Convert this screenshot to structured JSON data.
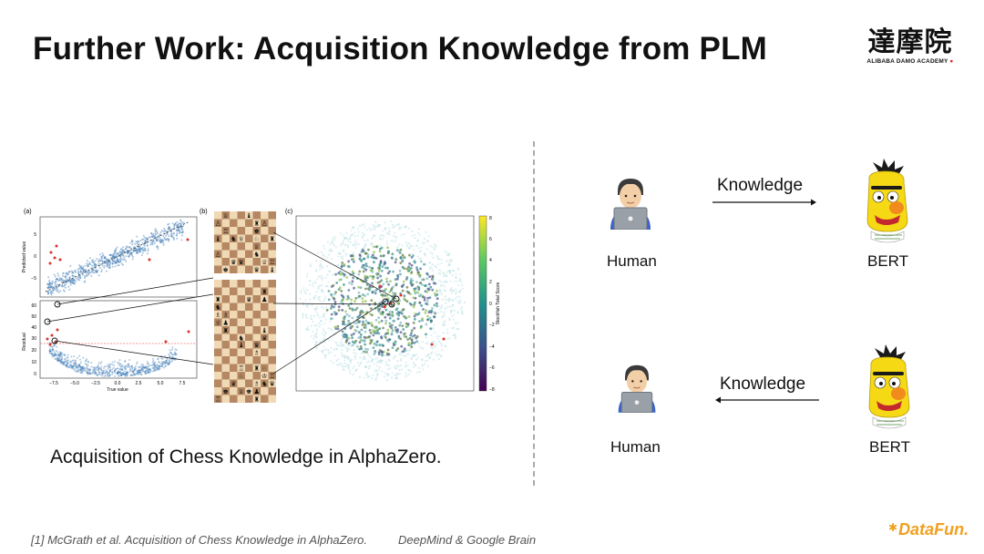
{
  "slide": {
    "title": "Further Work: Acquisition Knowledge from PLM",
    "logo": {
      "chinese": "達摩院",
      "english": "ALIBABA DAMO ACADEMY"
    },
    "caption": "Acquisition of Chess Knowledge in AlphaZero.",
    "reference": "[1] McGrath et al. Acquisition of Chess Knowledge in AlphaZero.",
    "reference_org": "DeepMind & Google Brain",
    "footer_brand": "DataFun."
  },
  "diagram": {
    "top": {
      "source": "Human",
      "target": "BERT",
      "edge_label": "Knowledge",
      "direction": "human-to-bert"
    },
    "bottom": {
      "source": "BERT",
      "target": "Human",
      "edge_label": "Knowledge",
      "direction": "bert-to-human"
    }
  },
  "figure": {
    "panel_labels": [
      "(a)",
      "(b)",
      "(c)"
    ],
    "panel_a": {
      "top_ylabel": "Predicted value",
      "top_yticks": [
        "5",
        "0",
        "−5"
      ],
      "bottom_ylabel": "Residual",
      "bottom_yticks": [
        "60",
        "50",
        "40",
        "30",
        "20",
        "10",
        "0"
      ],
      "xticks": [
        "−7.5",
        "−5.0",
        "−2.5",
        "0.0",
        "2.5",
        "5.0",
        "7.5"
      ],
      "xlabel": "True value"
    },
    "panel_c": {
      "colorbar_label": "Stockfish Total Score",
      "colorbar_ticks": [
        "8",
        "6",
        "4",
        "2",
        "0",
        "−2",
        "−4",
        "−6",
        "−8"
      ]
    }
  },
  "colors": {
    "scatter_blue": "#3b7bb6",
    "outlier_red": "#d9342b",
    "board_light": "#f0d9b5",
    "board_dark": "#b58863",
    "brand_orange": "#f0a020",
    "bert_yellow": "#f5d915"
  },
  "icons": [
    "human-with-laptop-icon",
    "bert-character-icon",
    "arrow-right-icon",
    "arrow-left-icon"
  ]
}
